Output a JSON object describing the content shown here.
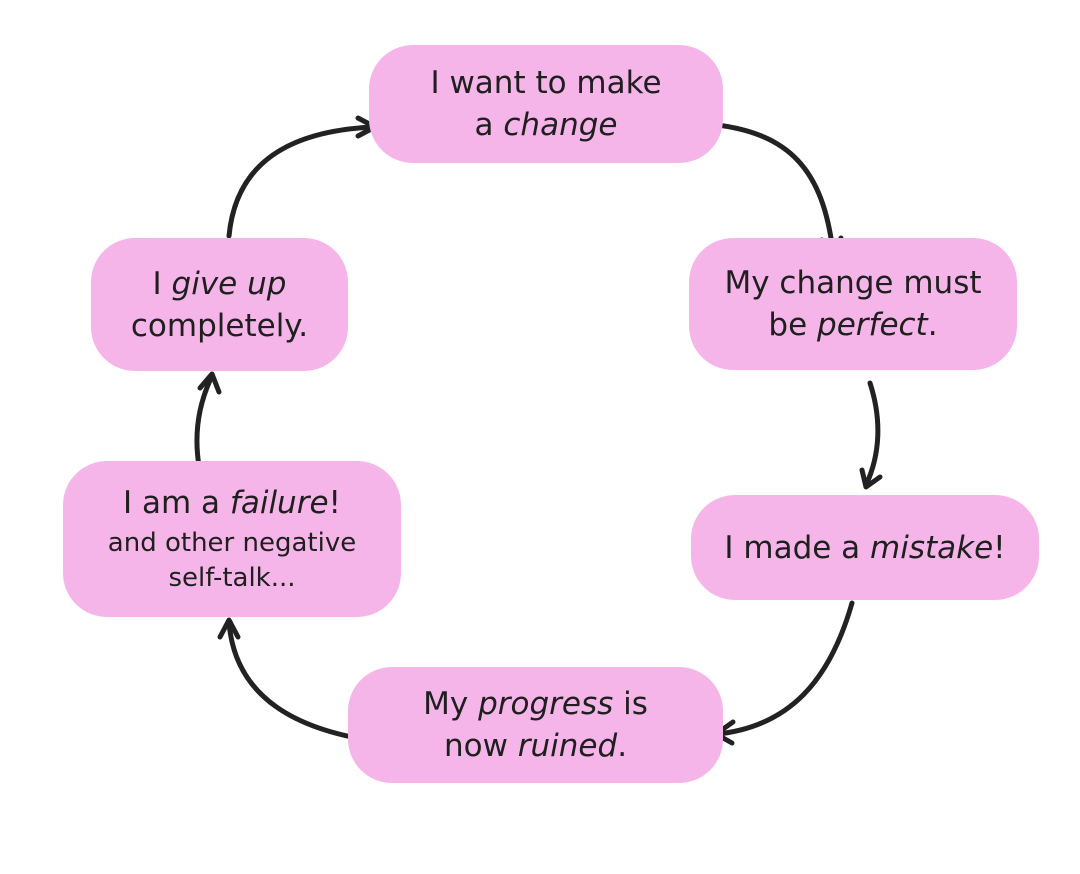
{
  "diagram": {
    "colors": {
      "node_fill": "#f5b5e8",
      "arrow": "#222222",
      "text": "#1f1f1f",
      "background": "#ffffff"
    },
    "nodes": {
      "change": {
        "line1": "I want to make",
        "line2_pre": "a ",
        "line2_em": "change"
      },
      "perfect": {
        "line1": "My change must",
        "line2_pre": "be ",
        "line2_em": "perfect",
        "line2_post": "."
      },
      "mistake": {
        "pre": "I made a ",
        "em": "mistake",
        "post": "!"
      },
      "ruined": {
        "line1_pre": "My ",
        "line1_em": "progress",
        "line1_post": " is",
        "line2_pre": "now ",
        "line2_em": "ruined",
        "line2_post": "."
      },
      "failure": {
        "line1_pre": "I am a ",
        "line1_em": "failure",
        "line1_post": "!",
        "line2": "and other negative",
        "line3": "self-talk..."
      },
      "giveup": {
        "line1_pre": "I ",
        "line1_em": "give up",
        "line2": "completely."
      }
    }
  }
}
